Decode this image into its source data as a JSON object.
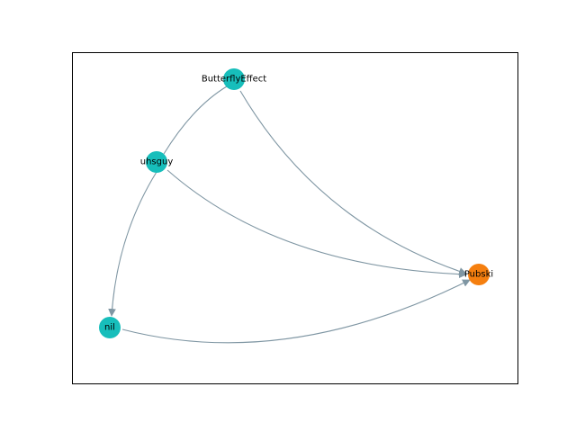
{
  "graph": {
    "colors": {
      "edge": "#7f96a3",
      "node_default": "#17bebb",
      "node_target": "#f57f0f",
      "frame": "#000000"
    },
    "nodes": [
      {
        "id": "butterflyeffect",
        "label": "ButterflyEffect",
        "color": "#17bebb"
      },
      {
        "id": "uhsguy",
        "label": "uhsguy",
        "color": "#17bebb"
      },
      {
        "id": "nil",
        "label": "nil",
        "color": "#17bebb"
      },
      {
        "id": "pubski",
        "label": "Pubski",
        "color": "#f57f0f"
      }
    ],
    "edges": [
      {
        "from": "uhsguy",
        "to": "butterflyeffect",
        "arrow": false
      },
      {
        "from": "butterflyeffect",
        "to": "pubski",
        "arrow": true
      },
      {
        "from": "uhsguy",
        "to": "pubski",
        "arrow": true
      },
      {
        "from": "uhsguy",
        "to": "nil",
        "arrow": true
      },
      {
        "from": "nil",
        "to": "pubski",
        "arrow": true
      }
    ]
  }
}
